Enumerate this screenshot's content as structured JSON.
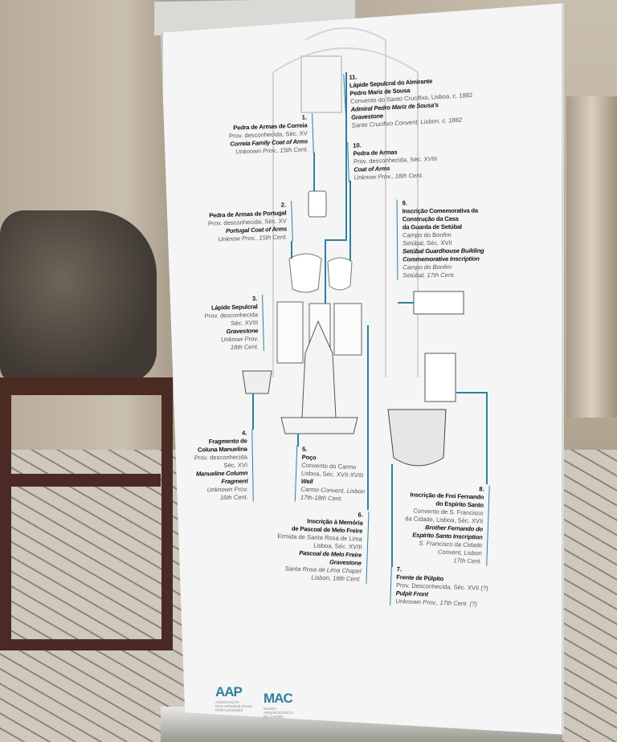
{
  "entries": [
    {
      "lines": [
        "1.",
        "Pedra de Armas de Correia",
        "Prov. desconhecida, Séc. XV",
        "Correia Family Coat of Arms",
        "Unknown Prov., 15th Cent."
      ]
    },
    {
      "lines": [
        "2.",
        "Pedra de Armas de Portugal",
        "Prov. desconhecida, Séc. XV",
        "Portugal Coat of Arms",
        "Unknow Prov., 15th Cent."
      ]
    },
    {
      "lines": [
        "3.",
        "Lápide Sepulcral",
        "Prov. desconhecida",
        "Séc. XVIII",
        "Gravestone",
        "Unknow Prov.",
        "18th Cent."
      ]
    },
    {
      "lines": [
        "4.",
        "Fragmento de",
        "Coluna Manuelina",
        "Prov. desconhecida",
        "Séc. XVI",
        "Manueline Column",
        "Fragment",
        "Unknown Prov.",
        "16th Cent."
      ]
    },
    {
      "lines": [
        "5.",
        "Poço",
        "Convento do Carmo",
        "Lisboa, Séc. XVII-XVIII",
        "Well",
        "Carmo Convent, Lisbon",
        "17th-18th Cent."
      ]
    },
    {
      "lines": [
        "6.",
        "Inscrição à Memória",
        "de Pascoal de Melo Freire",
        "Ermida de Santa Rosa de Lima",
        "Lisboa, Séc. XVIII",
        "Pascoal de Melo Freire",
        "Gravestone",
        "Santa Rosa de Lima Chapel",
        "Lisbon, 18th Cent."
      ]
    },
    {
      "lines": [
        "7.",
        "Frente de Púlpito",
        "Prov. Desconhecida, Séc. XVII (?)",
        "Pulpit Front",
        "Unknown Prov., 17th Cent. (?)"
      ]
    },
    {
      "lines": [
        "8.",
        "Inscrição de Frei Fernando",
        "do Espírito Santo",
        "Convento de S. Francisco",
        "da Cidade, Lisboa, Séc. XVII",
        "Brother Fernando do",
        "Espírito Santo Inscription",
        "S. Francisco da Cidade",
        "Convent, Lisbon",
        "17th Cent."
      ]
    },
    {
      "lines": [
        "9.",
        "Inscrição Comemorativa da",
        "Construção da Casa",
        "da Guarda de Setúbal",
        "Campo do Bonfim",
        "Setúbal, Séc. XVII",
        "Setúbal Guardhouse Building",
        "Commemorative Inscription",
        "Campo do Bonfim",
        "Setúbal, 17th Cent."
      ]
    },
    {
      "lines": [
        "10.",
        "Pedra de Armas",
        "Prov. desconhecida, Séc. XVIII",
        "Coat of Arms",
        "Unknow Prov., 18th Cent."
      ]
    },
    {
      "lines": [
        "11.",
        "Lápide Sepulcral do Almirante",
        "Pedro Mariz de Sousa",
        "Convento do Santo Crucifixo, Lisboa, c. 1882",
        "Admiral Pedro Mariz de Sousa's",
        "Gravestone",
        "Santo Crucifixo Convent, Lisbon, c. 1882"
      ]
    }
  ],
  "logos": {
    "aap": {
      "mark": "AAP",
      "sub": [
        "Associação",
        "dos Arqueólogos",
        "Portugueses"
      ]
    },
    "mac": {
      "mark": "MAC",
      "sub": [
        "Museu",
        "Arqueológico",
        "do Carmo"
      ]
    }
  },
  "colors": {
    "accent": "#2f7fa0",
    "panel": "#f4f5f4",
    "stand": "#4a2a22"
  }
}
